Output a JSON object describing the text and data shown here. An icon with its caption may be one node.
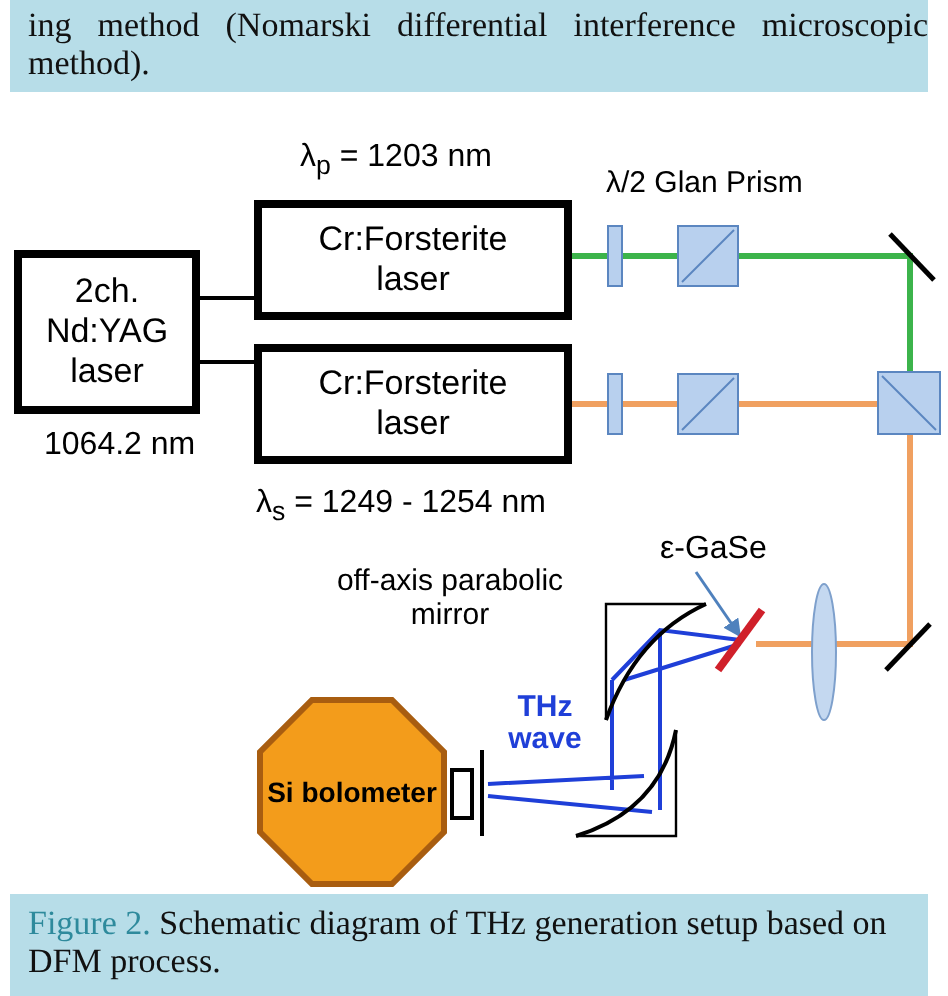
{
  "diagram": {
    "caption": "**Figure 2.** Schematic diagram of THz generation setup based on DFM process.",
    "nodes": [
      {
        "text": [
          "2ch. Nd:YAG laser"
        ],
        "beside": [
          "1064.2 nm"
        ]
      },
      {
        "text": [
          "Cr:Forsterite laser"
        ],
        "beside": [
          "λ$_{p}$ = 1203 nm"
        ]
      },
      {
        "text": [
          "Cr:Forsterite laser"
        ],
        "beside": [
          "λ$_{s}$ = 1249 - 1254 nm"
        ]
      },
      {
        "text": [
          "Si bolometer"
        ]
      },
      {
        "text": [
          "ε-GaSe"
        ]
      },
      {
        "text": [],
        "shape": "bar"
      }
    ],
    "edges": [
      {
        "from": 0,
        "to": 1,
        "arrow": "none"
      },
      {
        "from": 0,
        "to": 2,
        "arrow": "none"
      },
      {
        "from": 4,
        "to": 5,
        "arrow": "to",
        "color": "#4f81bd"
      },
      {
        "from": 1,
        "to": 5,
        "arrow": "none",
        "color": "#3cb44b"
      },
      {
        "from": 2,
        "to": 5,
        "arrow": "none",
        "color": "#f0a060"
      }
    ],
    "labels": [
      "ing method (Nomarski differential interference microscopic method).",
      "λ/2 Glan Prism",
      "off-axis parabolic mirror",
      "THz wave"
    ]
  }
}
